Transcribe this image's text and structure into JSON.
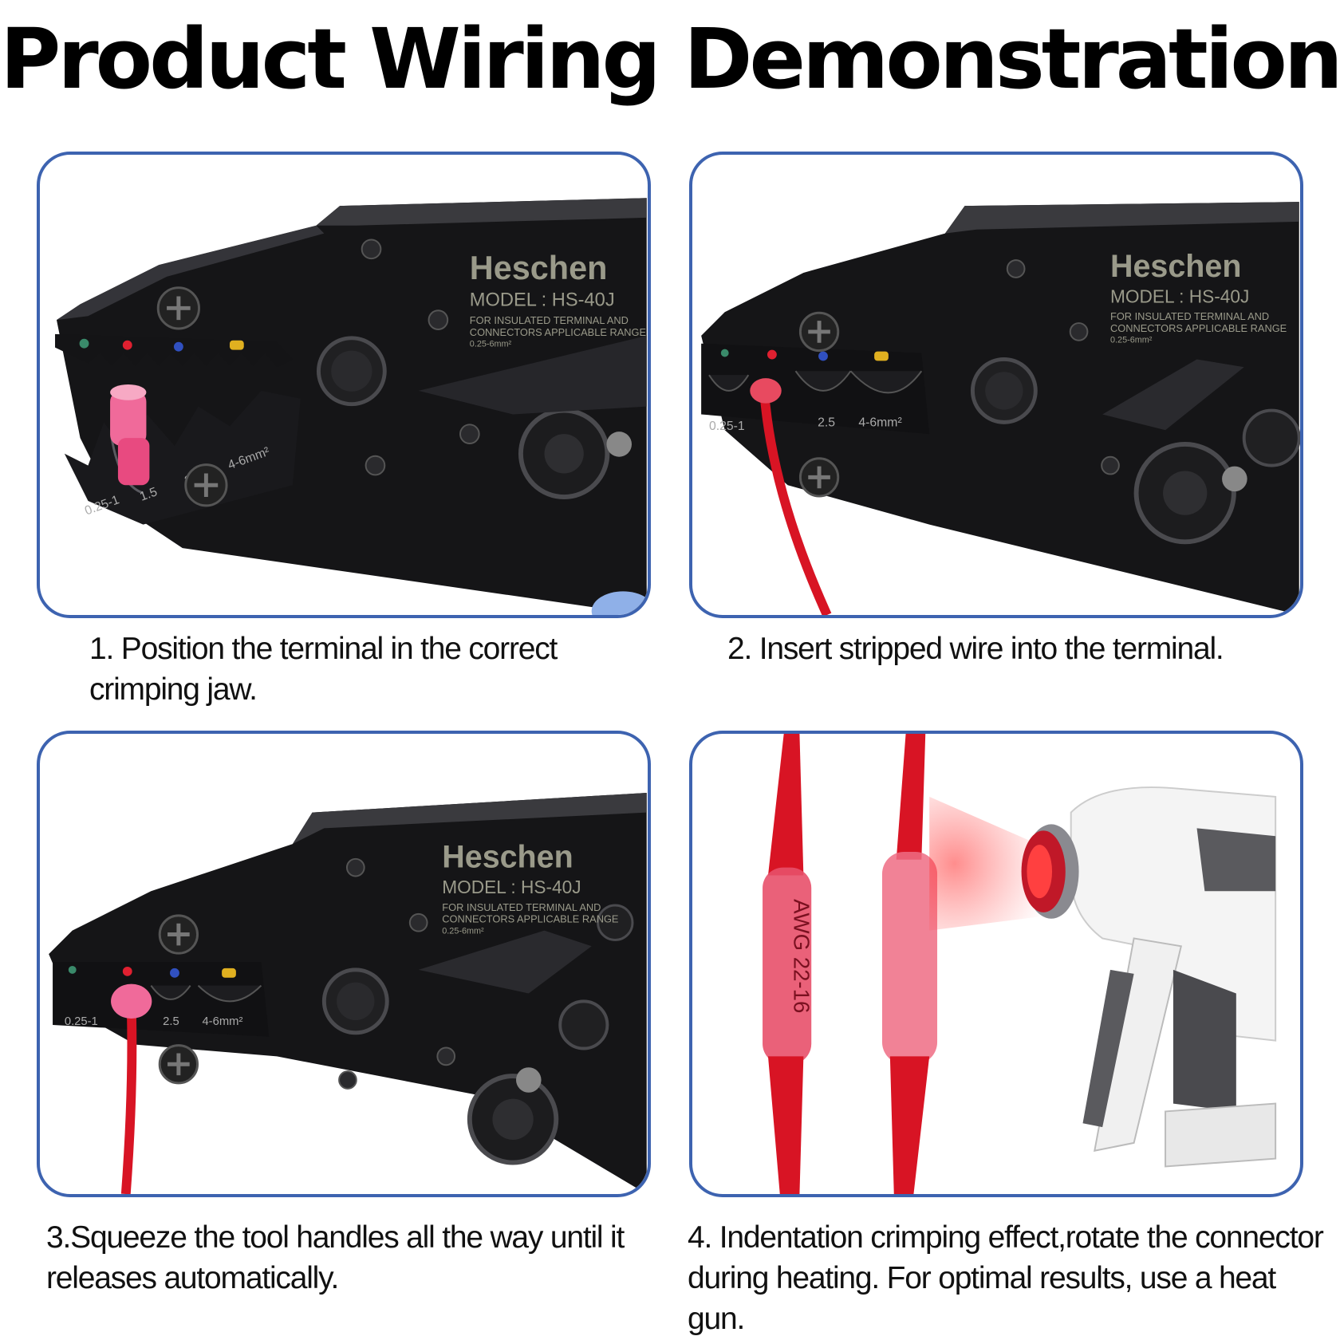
{
  "title": "Product Wiring Demonstration",
  "tool": {
    "brand": "Heschen",
    "model": "MODEL : HS-40J",
    "desc_line1": "FOR  INSULATED  TERMINAL  AND",
    "desc_line2": "CONNECTORS  APPLICABLE  RANGE",
    "range": "0.25-6mm²",
    "jaw_labels": [
      "0.25-1",
      "1.5",
      "2.5",
      "4-6mm²"
    ]
  },
  "connector_print": "AWG 22-16",
  "steps": [
    {
      "caption": "1. Position the terminal in the correct crimping jaw."
    },
    {
      "caption": "2. Insert stripped wire into the terminal."
    },
    {
      "caption": "3.Squeeze the tool handles all the way until it releases automatically."
    },
    {
      "caption": "4. Indentation crimping effect,rotate the connector during heating. For optimal results, use a heat gun."
    }
  ],
  "colors": {
    "panel_border": "#3d63b0",
    "tool_body": "#141416",
    "wire_red": "#d81424",
    "terminal_pink": "#f06a9a"
  }
}
